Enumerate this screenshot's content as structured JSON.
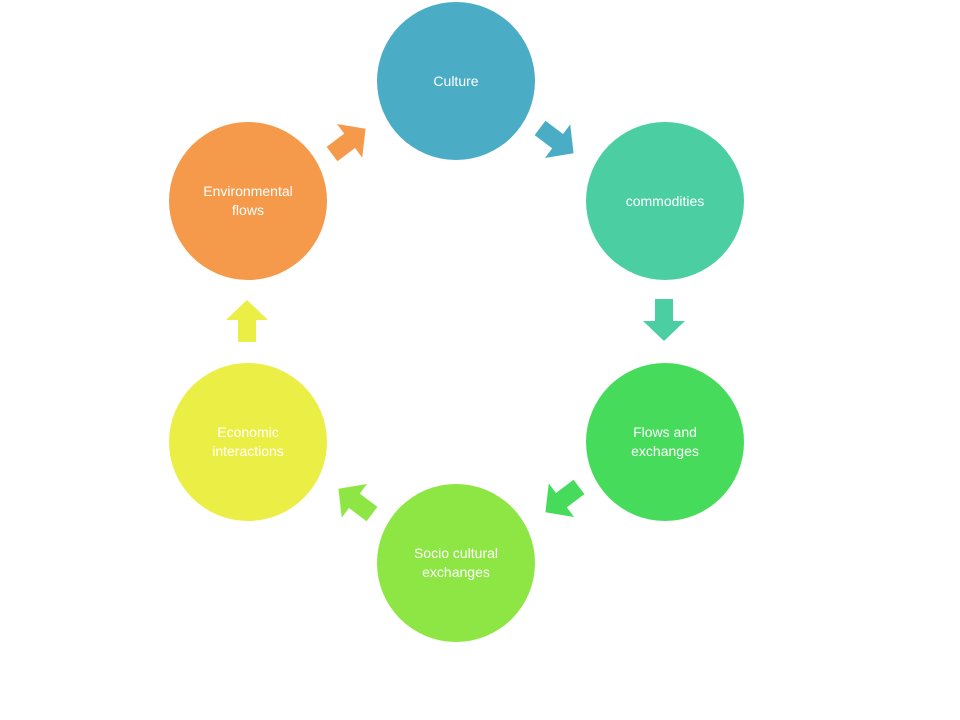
{
  "diagram": {
    "nodes": [
      {
        "id": "culture",
        "label": "Culture",
        "color": "#4BACC6"
      },
      {
        "id": "commodities",
        "label": "commodities",
        "color": "#4BCFA2"
      },
      {
        "id": "flows",
        "label": "Flows and exchanges",
        "color": "#47DB5C"
      },
      {
        "id": "socio",
        "label": "Socio cultural exchanges",
        "color": "#8EE645"
      },
      {
        "id": "economic",
        "label": "Economic interactions",
        "color": "#EBEF45"
      },
      {
        "id": "environment",
        "label": "Environmental flows",
        "color": "#F59A4A"
      }
    ],
    "arrows": [
      {
        "from": "culture",
        "to": "commodities",
        "color": "#4BACC6"
      },
      {
        "from": "commodities",
        "to": "flows",
        "color": "#4BCFA2"
      },
      {
        "from": "flows",
        "to": "socio",
        "color": "#47DB5C"
      },
      {
        "from": "socio",
        "to": "economic",
        "color": "#8EE645"
      },
      {
        "from": "economic",
        "to": "environment",
        "color": "#EBEF45"
      },
      {
        "from": "environment",
        "to": "culture",
        "color": "#F59A4A"
      }
    ]
  }
}
